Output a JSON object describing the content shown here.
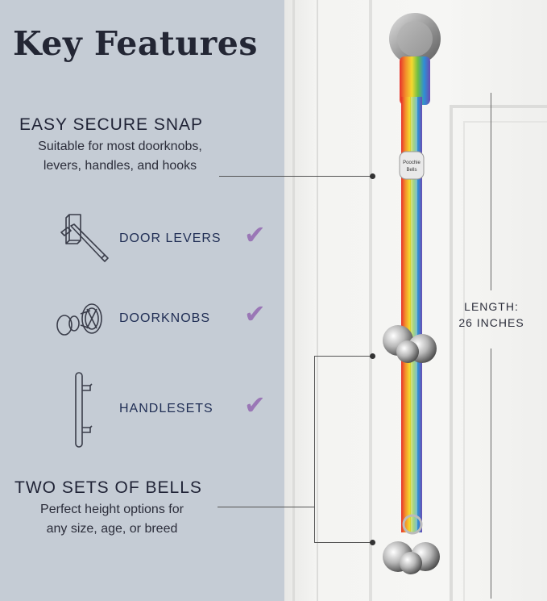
{
  "title": "Key Features",
  "snap": {
    "heading": "EASY SECURE SNAP",
    "desc_line1": "Suitable for most doorknobs,",
    "desc_line2": "levers, handles, and hooks"
  },
  "features": [
    {
      "label": "DOOR LEVERS",
      "icon": "door-lever-icon",
      "checked": true
    },
    {
      "label": "DOORKNOBS",
      "icon": "doorknob-icon",
      "checked": true
    },
    {
      "label": "HANDLESETS",
      "icon": "handleset-icon",
      "checked": true
    }
  ],
  "bells": {
    "heading": "TWO SETS OF BELLS",
    "desc_line1": "Perfect height options for",
    "desc_line2": "any size, age, or breed"
  },
  "length": {
    "line1": "LENGTH:",
    "line2": "26 INCHES"
  },
  "tag": {
    "line1": "Poochie",
    "line2": "Bells"
  },
  "colors": {
    "panel": "#c5ccd5",
    "check": "#9a77b6",
    "text": "#1f2235"
  },
  "check_glyph": "✔"
}
